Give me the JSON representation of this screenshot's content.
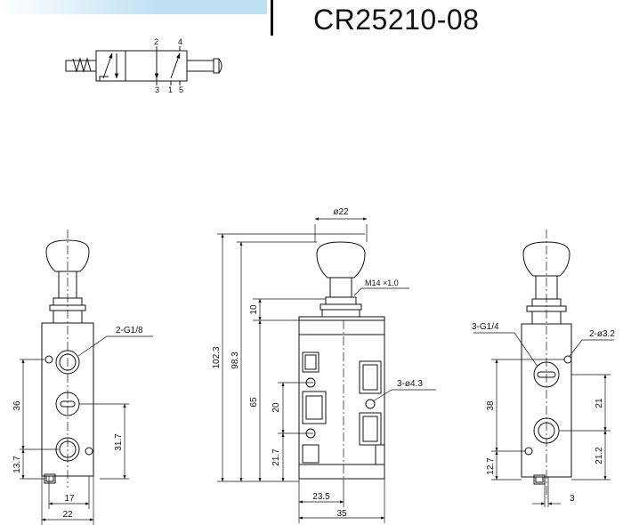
{
  "header": {
    "title": "CR25210-08",
    "bar_color": "#bfe0f2",
    "rule_color": "#111111"
  },
  "symbol": {
    "port_labels": {
      "p2": "2",
      "p4": "4",
      "p3": "3",
      "p1": "1",
      "p5": "5"
    }
  },
  "left_view": {
    "thread_callout": "2-G1/8",
    "dims": {
      "d36": "36",
      "d13_7": "13.7",
      "d31_7": "31.7",
      "d17": "17",
      "d22": "22"
    }
  },
  "front_view": {
    "dia22": "ø22",
    "thread": "M14 ×1.0",
    "hole_callout": "3-ø4.3",
    "dims": {
      "d102_3": "102.3",
      "d98_3": "98.3",
      "d10": "10",
      "d65": "65",
      "d20": "20",
      "d21_7": "21.7",
      "d23_5": "23.5",
      "d35": "35"
    }
  },
  "right_view": {
    "thread_callout": "3-G1/4",
    "hole_callout": "2-ø3.2",
    "dims": {
      "d38": "38",
      "d12_7": "12.7",
      "d21": "21",
      "d21_2": "21.2",
      "d3": "3"
    }
  }
}
